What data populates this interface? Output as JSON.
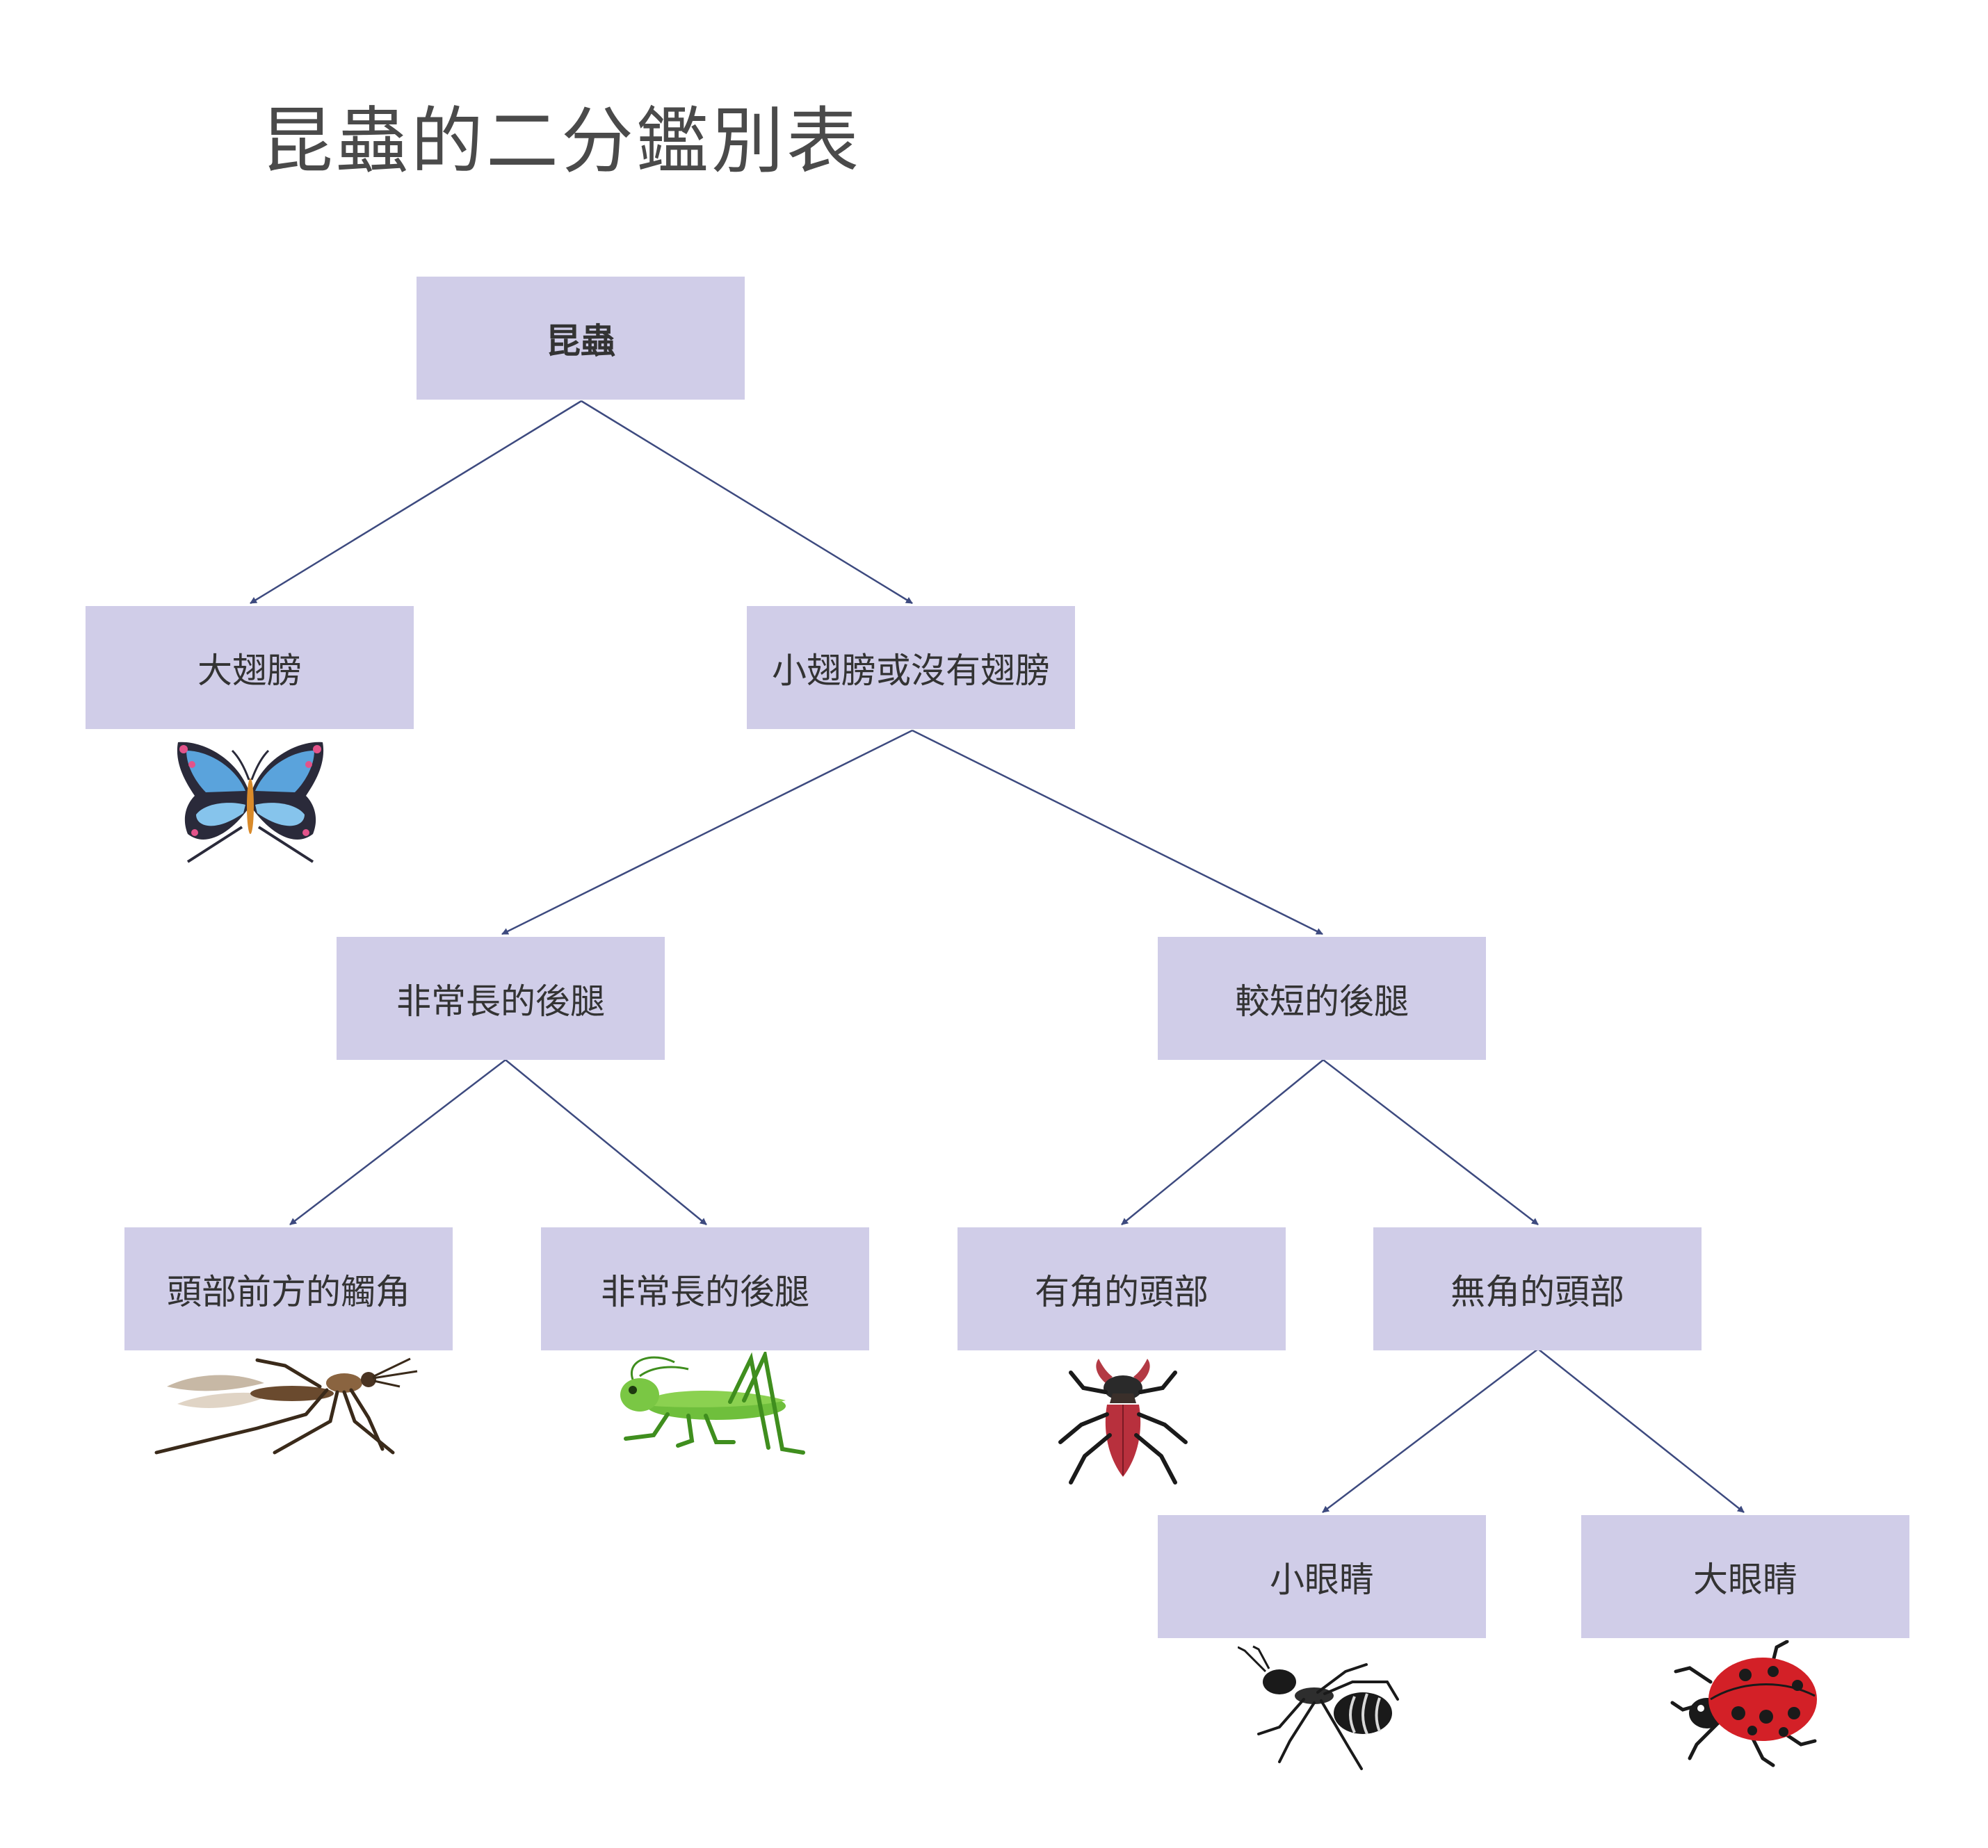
{
  "title": "昆蟲的二分鑑別表",
  "colors": {
    "node_fill": "#d0cde8",
    "edge": "#3d4a7f",
    "title_text": "#4a4a4a",
    "node_text": "#333333"
  },
  "nodes": {
    "root": "昆蟲",
    "big_wings": "大翅膀",
    "small_or_no_wings": "小翅膀或沒有翅膀",
    "long_hind_legs": "非常長的後腿",
    "short_hind_legs": "較短的後腿",
    "front_antennae": "頭部前方的觸角",
    "long_hind_legs_2": "非常長的後腿",
    "horned_head": "有角的頭部",
    "hornless_head": "無角的頭部",
    "small_eyes": "小眼睛",
    "big_eyes": "大眼睛"
  },
  "illustrations": [
    "butterfly-icon",
    "mosquito-icon",
    "grasshopper-icon",
    "stag-beetle-icon",
    "ant-icon",
    "ladybug-icon"
  ]
}
